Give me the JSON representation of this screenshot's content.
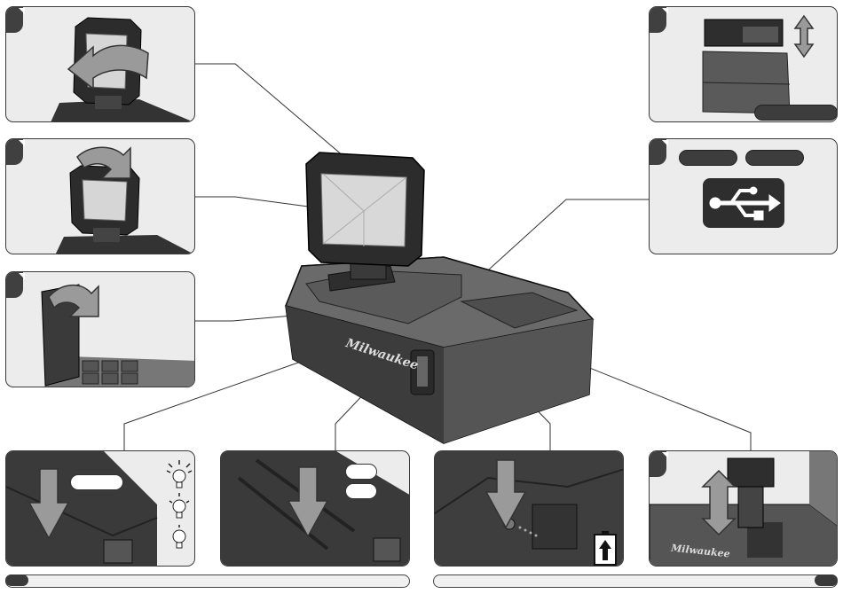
{
  "diagram": {
    "product": "Milwaukee packout light with USB charger",
    "callouts": [
      {
        "id": "panel-1",
        "topic": "rotate light head",
        "icon": "rotate-arrow-icon"
      },
      {
        "id": "panel-2",
        "topic": "tilt light head",
        "icon": "tilt-arrow-icon"
      },
      {
        "id": "panel-3",
        "topic": "open storage lid",
        "icon": "lid-arrow-icon"
      },
      {
        "id": "panel-4",
        "topic": "attach packout module",
        "icon": "up-down-arrow-icon"
      },
      {
        "id": "panel-5",
        "topic": "usb charging port",
        "icon": "usb-icon"
      },
      {
        "id": "panel-6",
        "topic": "light brightness button",
        "icon": "brightness-levels-icon"
      },
      {
        "id": "panel-7",
        "topic": "mode button",
        "icon": "press-arrow-icon"
      },
      {
        "id": "panel-8",
        "topic": "battery fuel gauge",
        "icon": "battery-charge-icon"
      },
      {
        "id": "panel-9",
        "topic": "insert battery pack",
        "icon": "insert-battery-icon"
      }
    ],
    "brand_logo": "Milwaukee"
  }
}
